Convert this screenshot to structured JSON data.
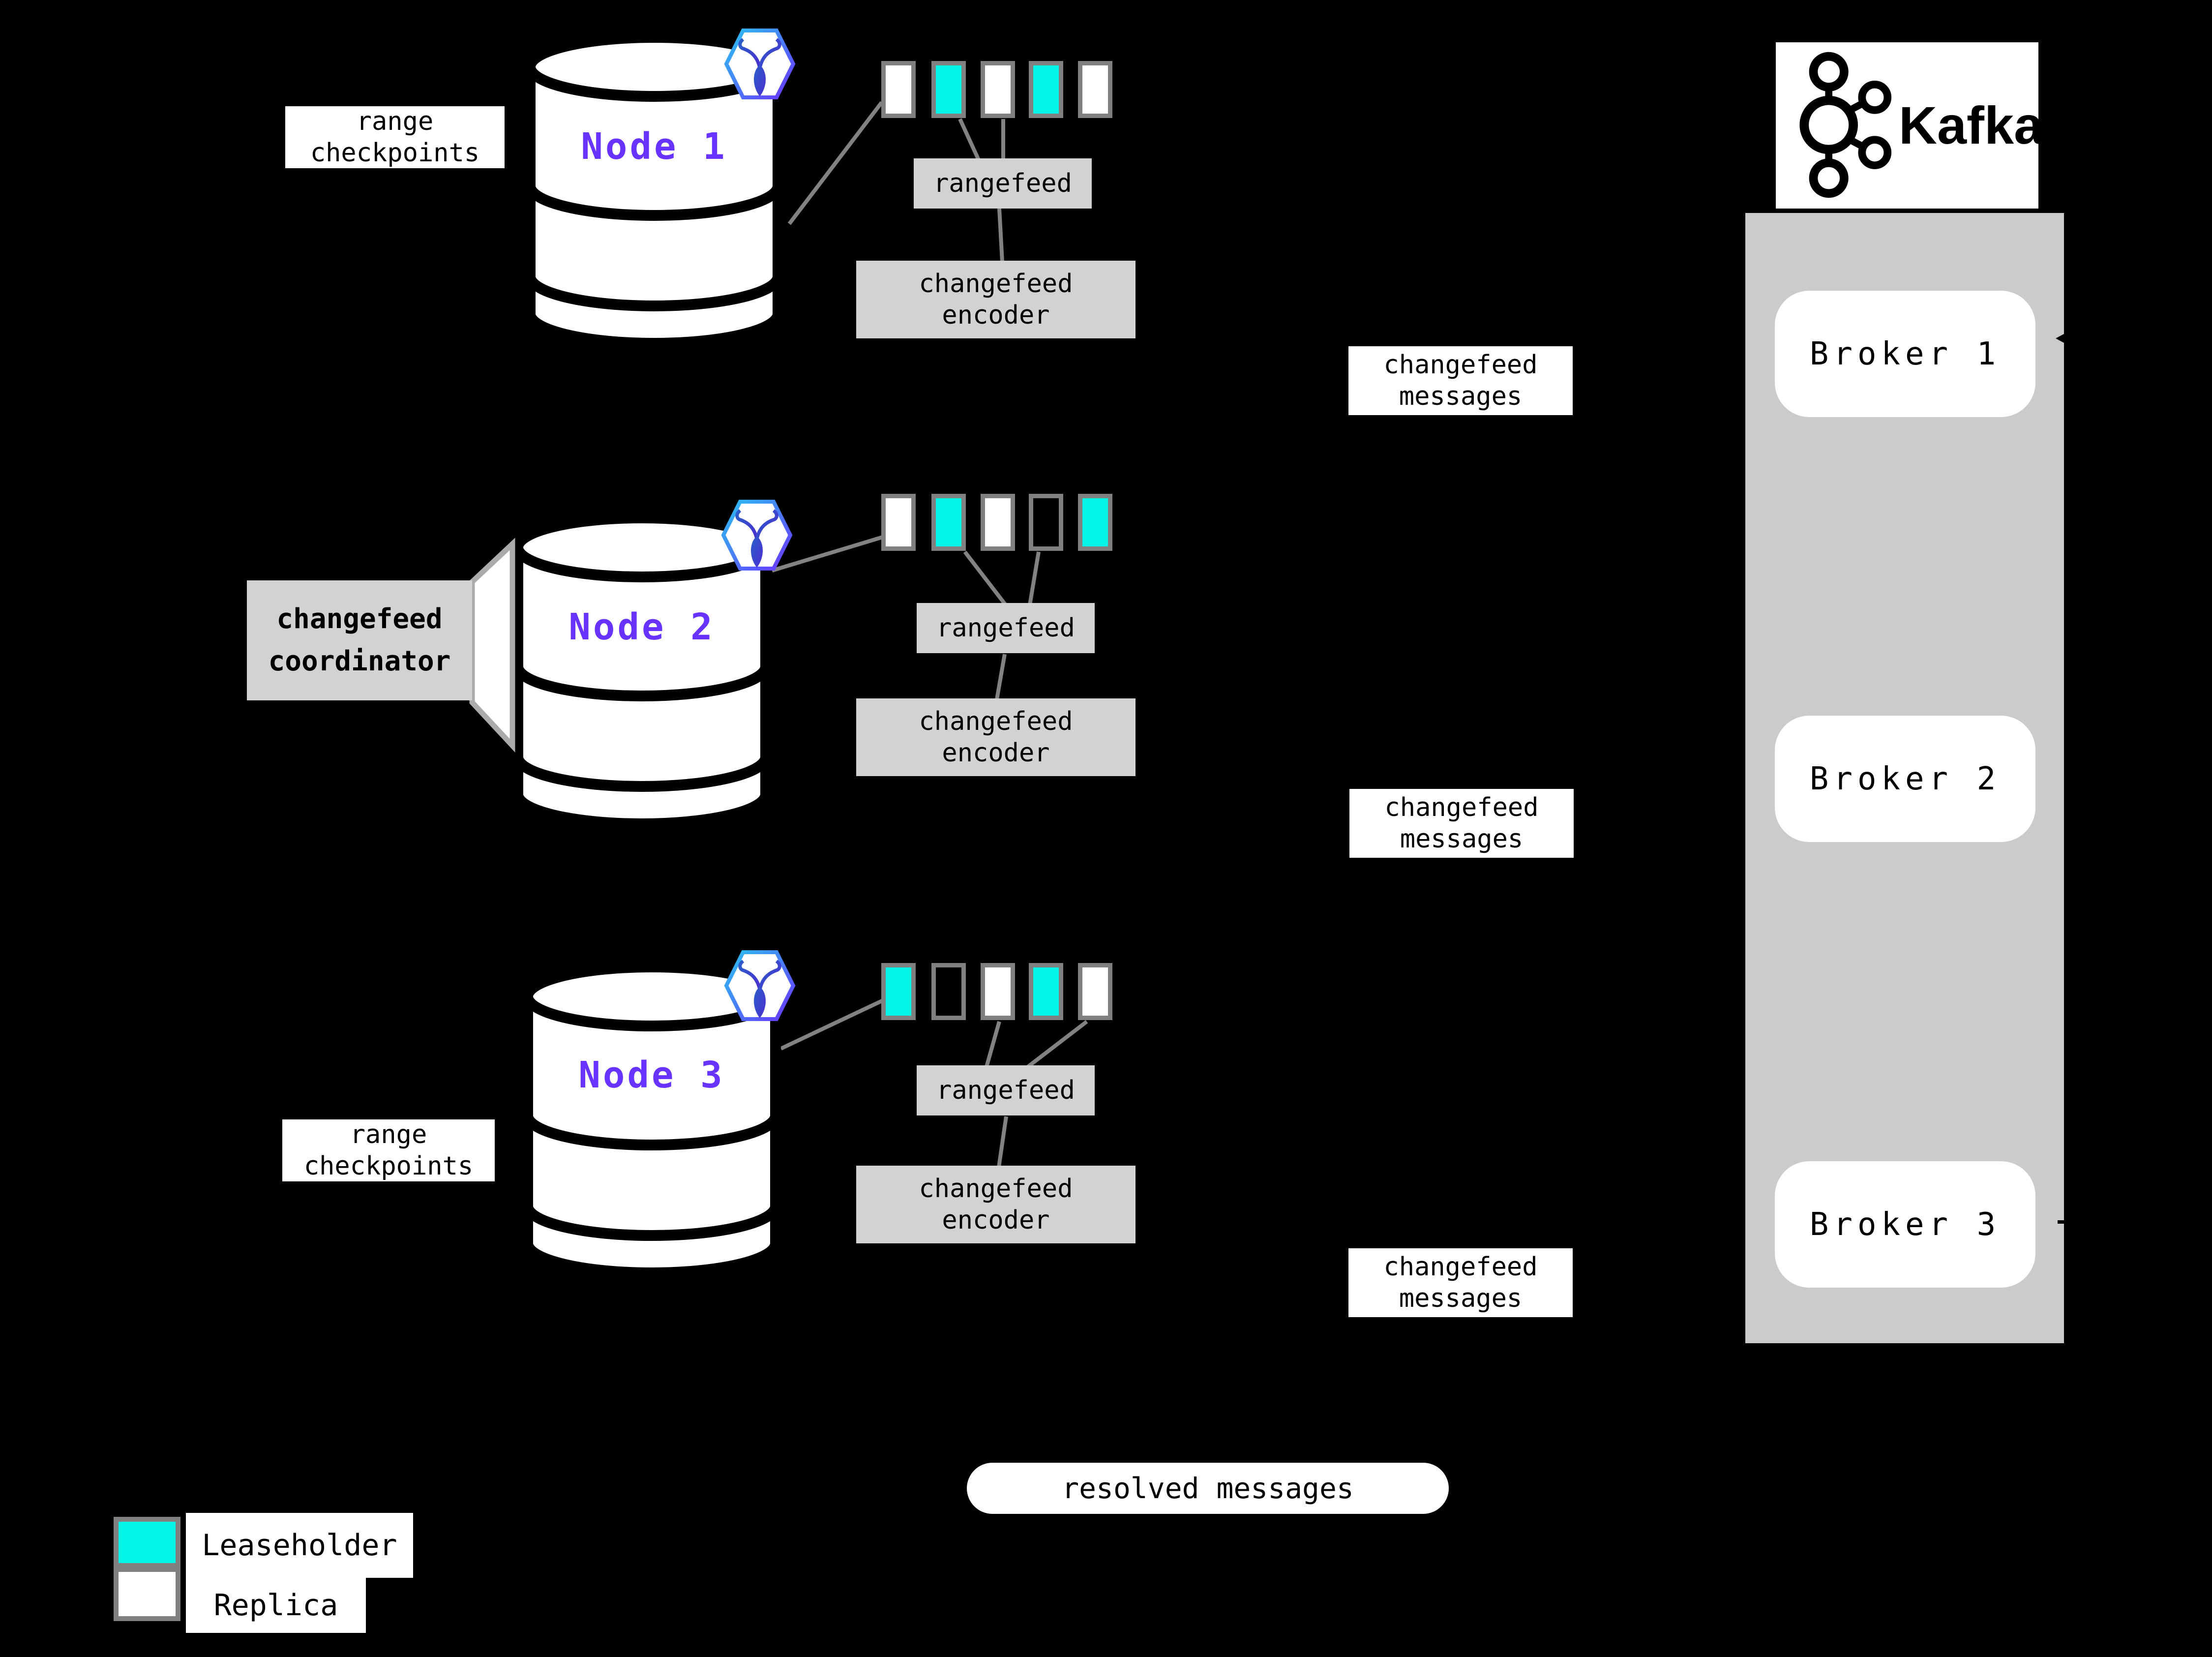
{
  "colors": {
    "teal": "#00F5E6",
    "purple": "#6933FF",
    "panel_gray": "#CBCBCB",
    "box_gray": "#D2D2D2",
    "line_gray": "#828282",
    "edge_gray": "#808080"
  },
  "labels": {
    "range_checkpoints": {
      "line1": "range",
      "line2": "checkpoints"
    },
    "changefeed_messages": {
      "line1": "changefeed",
      "line2": "messages"
    },
    "coordinator": {
      "line1": "changefeed",
      "line2": "coordinator"
    },
    "rangefeed": "rangefeed",
    "encoder": {
      "line1": "changefeed",
      "line2": "encoder"
    },
    "resolved_messages": "resolved messages"
  },
  "nodes": [
    {
      "name": "Node 1",
      "ranges": [
        "replica",
        "leaseholder",
        "replica",
        "leaseholder",
        "replica"
      ]
    },
    {
      "name": "Node 2",
      "ranges": [
        "replica",
        "leaseholder",
        "replica",
        "empty",
        "leaseholder"
      ]
    },
    {
      "name": "Node 3",
      "ranges": [
        "leaseholder",
        "empty",
        "replica",
        "leaseholder",
        "replica"
      ]
    }
  ],
  "kafka": {
    "brand": "Kafka",
    "brokers": [
      {
        "label": "Broker 1"
      },
      {
        "label": "Broker 2"
      },
      {
        "label": "Broker 3"
      }
    ]
  },
  "legend": {
    "leaseholder": "Leaseholder",
    "replica": "Replica"
  },
  "icons": {
    "database": "database-cylinder-icon",
    "cockroachdb": "cockroachdb-hexagon-icon",
    "kafka": "kafka-logo-icon",
    "arrowhead": "arrowhead-left-icon"
  }
}
